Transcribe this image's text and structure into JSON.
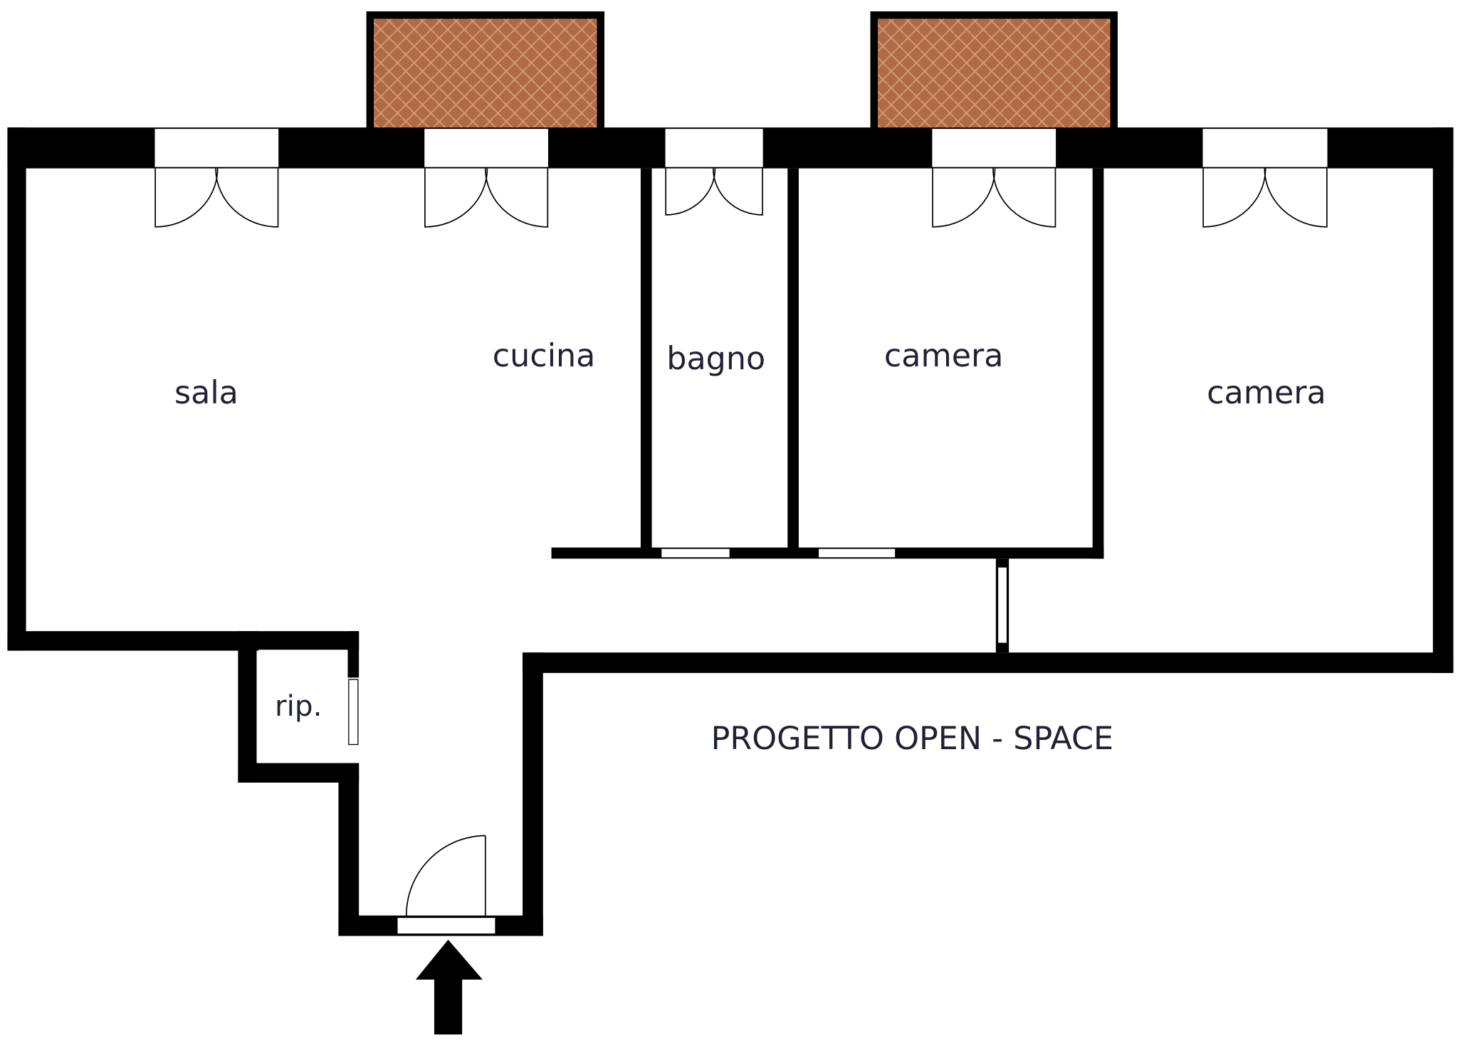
{
  "plan": {
    "rooms": [
      {
        "id": "sala",
        "label": "sala"
      },
      {
        "id": "cucina",
        "label": "cucina"
      },
      {
        "id": "bagno",
        "label": "bagno"
      },
      {
        "id": "camera-1",
        "label": "camera"
      },
      {
        "id": "camera-2",
        "label": "camera"
      },
      {
        "id": "ripostiglio",
        "label": "rip."
      }
    ],
    "project_title": "PROGETTO OPEN - SPACE",
    "balconies": 2,
    "entrance_icon": "arrow-up-icon"
  },
  "colors": {
    "wall": "#000000",
    "balcony_tile": "#b06a45",
    "balcony_grout": "#d69b7a",
    "text": "#1f2233",
    "background": "#ffffff"
  }
}
